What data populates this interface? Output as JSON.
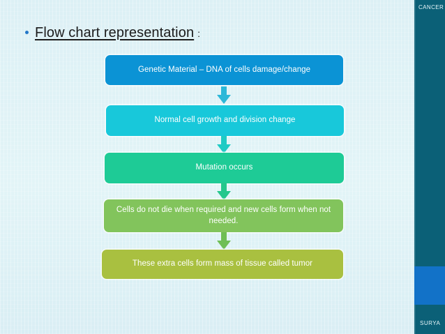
{
  "slide": {
    "background_color": "#ddf1f5",
    "heading": {
      "text": "Flow chart representation",
      "colon": ":",
      "bullet_icon": "bullet-dot-icon"
    }
  },
  "sidebar": {
    "title": "CANCER",
    "author": "SURYA",
    "color": "#0b6077",
    "accent_color": "#1272c8"
  },
  "chart_data": {
    "type": "diagram",
    "title": "Flow chart representation",
    "orientation": "vertical",
    "connector": "down-arrow",
    "steps": [
      {
        "index": 1,
        "label": "Genetic Material – DNA of cells damage/change",
        "color": "#0b93d5"
      },
      {
        "index": 2,
        "label": "Normal cell growth and division change",
        "color": "#18c8da"
      },
      {
        "index": 3,
        "label": "Mutation occurs",
        "color": "#1ecb96"
      },
      {
        "index": 4,
        "label": "Cells do not die when required and new cells form when not needed.",
        "color": "#82c45c"
      },
      {
        "index": 5,
        "label": "These extra cells form mass of tissue called tumor",
        "color": "#a9c040"
      }
    ],
    "arrows": [
      {
        "index": 1,
        "color": "#2cb8d8"
      },
      {
        "index": 2,
        "color": "#1fcbc4"
      },
      {
        "index": 3,
        "color": "#25c78c"
      },
      {
        "index": 4,
        "color": "#6fbe55"
      }
    ]
  }
}
